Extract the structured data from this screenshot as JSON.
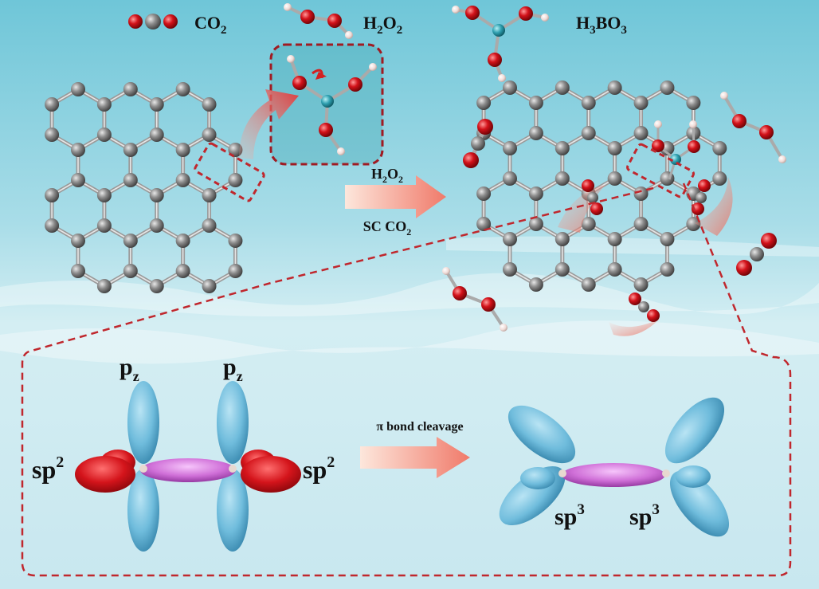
{
  "legend": [
    {
      "formula": "CO",
      "sub": "2"
    },
    {
      "formula": "H",
      "sub": "2",
      "formula2": "O",
      "sub2": "2"
    },
    {
      "formula": "H",
      "sub": "3",
      "formula2": "BO",
      "sub2": "3"
    }
  ],
  "arrow_top": {
    "line1": {
      "a": "H",
      "b": "2",
      "c": "O",
      "d": "2"
    },
    "line2": {
      "a": "SC CO",
      "b": "2"
    }
  },
  "orbitals": {
    "pz_left": {
      "base": "p",
      "sub": "z"
    },
    "pz_right": {
      "base": "p",
      "sub": "z"
    },
    "sp2_left": {
      "base": "sp",
      "sup": "2"
    },
    "sp2_right": {
      "base": "sp",
      "sup": "2"
    },
    "arrow_label": "π bond cleavage",
    "sp3_left": {
      "base": "sp",
      "sup": "3"
    },
    "sp3_right": {
      "base": "sp",
      "sup": "3"
    }
  },
  "colors": {
    "carbon": "#8a8a8a",
    "oxygen": "#d0161c",
    "hydrogen": "#f3e6e2",
    "boron": "#2fa0b0",
    "orbital_blue": "#6fbcdc",
    "orbital_pink": "#d070d8",
    "dashed_red": "#c0272d"
  }
}
